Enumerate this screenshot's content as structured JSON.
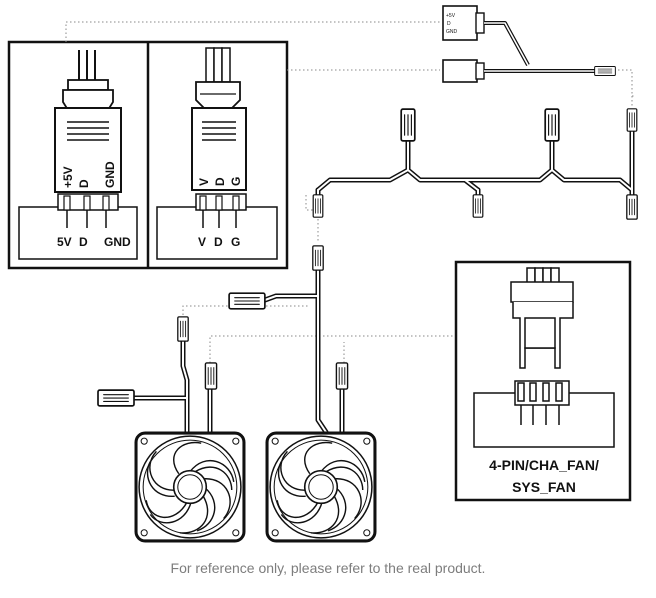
{
  "argb_header_left": {
    "plug_pins": [
      "+5V",
      "D",
      "GND"
    ],
    "header_pins": [
      "5V",
      "D",
      "GND"
    ]
  },
  "argb_header_right": {
    "plug_pins": [
      "V",
      "D",
      "G"
    ],
    "header_pins": [
      "V",
      "D",
      "G"
    ]
  },
  "splitter_pins": [
    "+5V",
    "D",
    "GND"
  ],
  "fan_header": {
    "label_line1": "4-PIN/CHA_FAN/",
    "label_line2": "SYS_FAN"
  },
  "caption": "For reference only, please refer to the real product.",
  "colors": {
    "line": "#111111",
    "dotted": "#888888",
    "caption": "#7d7d7d"
  }
}
